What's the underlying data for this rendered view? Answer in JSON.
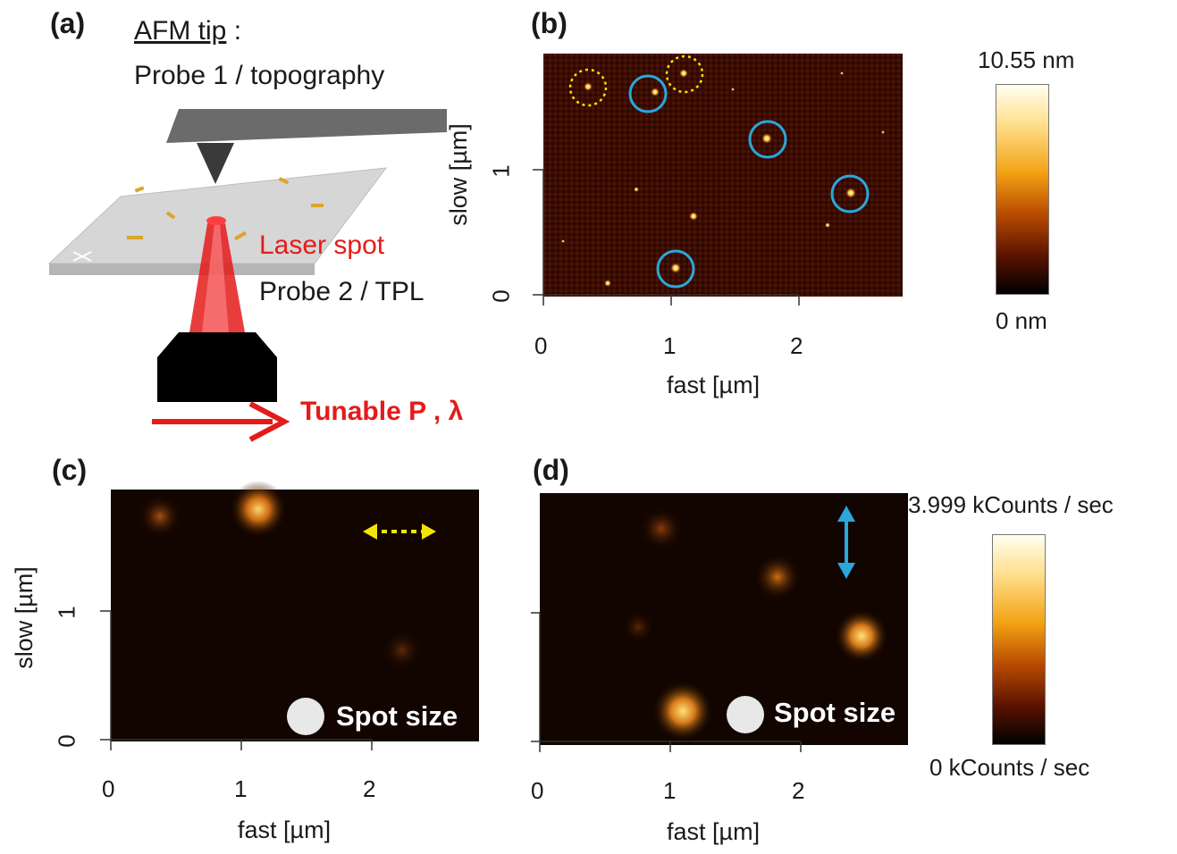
{
  "panels": {
    "a": {
      "letter": "(a)",
      "title": "AFM tip",
      "colon": " :",
      "probe1": "Probe 1 / topography",
      "laser_spot": "Laser spot",
      "probe2": "Probe 2 / TPL",
      "tunable": "Tunable P , λ"
    },
    "b": {
      "letter": "(b)",
      "xlabel": "fast [µm]",
      "ylabel": "slow [µm]",
      "xticks": [
        "0",
        "1",
        "2"
      ],
      "yticks": [
        "0",
        "1"
      ],
      "colorbar": {
        "max": "10.55 nm",
        "min": "0 nm"
      }
    },
    "c": {
      "letter": "(c)",
      "xlabel": "fast [µm]",
      "ylabel": "slow [µm]",
      "xticks": [
        "0",
        "1",
        "2"
      ],
      "yticks": [
        "0",
        "1"
      ],
      "spot": "Spot size"
    },
    "d": {
      "letter": "(d)",
      "xlabel": "fast [µm]",
      "xticks": [
        "0",
        "1",
        "2"
      ],
      "spot": "Spot size",
      "colorbar": {
        "max": "3.999 kCounts / sec",
        "min": "0 kCounts / sec"
      }
    }
  },
  "colors": {
    "laser": "#e41b1b",
    "circle_blue": "#2aa7dc",
    "circle_yellow": "#f4e400",
    "map_bg": "#120500",
    "cantilever": "#5a5a5a"
  }
}
